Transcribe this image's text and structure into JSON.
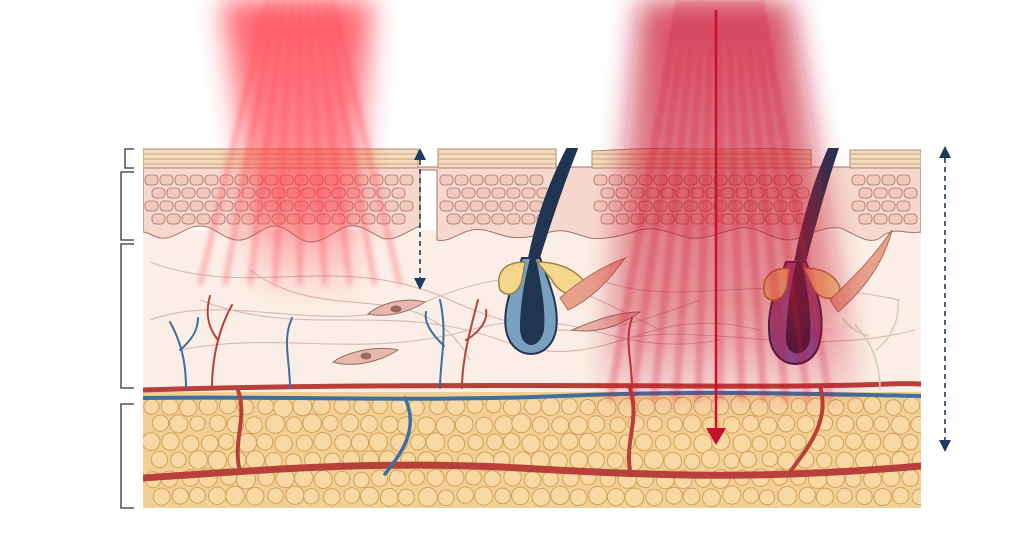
{
  "diagram": {
    "type": "skin-cross-section-light-penetration",
    "labels": [],
    "layers": [
      "stratum-corneum",
      "epidermis",
      "dermis",
      "hypodermis"
    ],
    "beams": [
      {
        "name": "shallow-red-light",
        "color": "#ff2a3a",
        "reaches_layer": "dermis"
      },
      {
        "name": "deep-red-light",
        "color": "#c8102e",
        "reaches_layer": "hypodermis"
      }
    ],
    "depth_markers": [
      {
        "name": "shallow-depth-arrow",
        "style": "dashed-double-arrow"
      },
      {
        "name": "deep-depth-arrow",
        "style": "dashed-double-arrow"
      }
    ],
    "colors": {
      "stratum_corneum": "#f3dcbf",
      "epidermis": "#f6d8cf",
      "cell_fill": "#f4c9bd",
      "cell_stroke": "#a3746a",
      "dermis": "#fbeee6",
      "fat": "#f8d9a4",
      "fat_bg": "#f2cf93",
      "artery": "#b8403a",
      "vein": "#3f6f9e",
      "hair": "#1f3552",
      "arrow": "#1e3b5c",
      "bracket": "#333333"
    }
  }
}
